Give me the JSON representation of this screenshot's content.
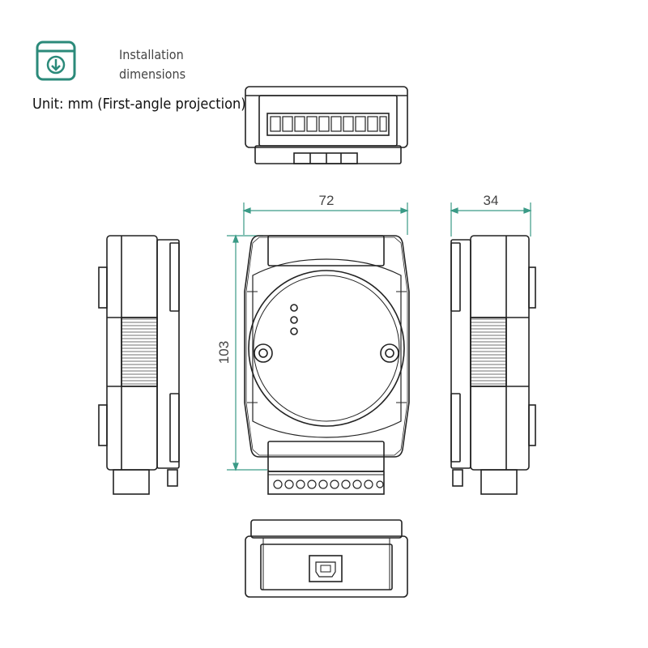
{
  "header": {
    "icon": "download-box-icon",
    "title_line1": "Installation",
    "title_line2": "dimensions",
    "unit_label": "Unit: mm (First-angle projection)"
  },
  "dimensions": {
    "width": "72",
    "height": "103",
    "depth": "34"
  },
  "colors": {
    "accent": "#2b8a7a",
    "dimension_line": "#3a9a86",
    "outline": "#222222"
  },
  "views": [
    "top-view",
    "front-view",
    "left-side-view",
    "right-side-view",
    "bottom-view"
  ]
}
